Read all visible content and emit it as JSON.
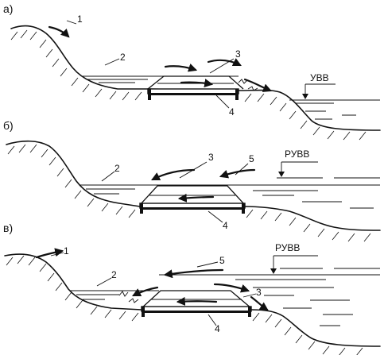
{
  "panels": [
    {
      "id": "a",
      "label": "а)",
      "numbers": [
        "1",
        "2",
        "3",
        "4"
      ],
      "level_label": "УВВ"
    },
    {
      "id": "b",
      "label": "б)",
      "numbers": [
        "2",
        "3",
        "5",
        "4"
      ],
      "level_label": "РУВВ"
    },
    {
      "id": "v",
      "label": "в)",
      "numbers": [
        "1",
        "2",
        "5",
        "3",
        "4"
      ],
      "level_label": "РУВВ"
    }
  ]
}
